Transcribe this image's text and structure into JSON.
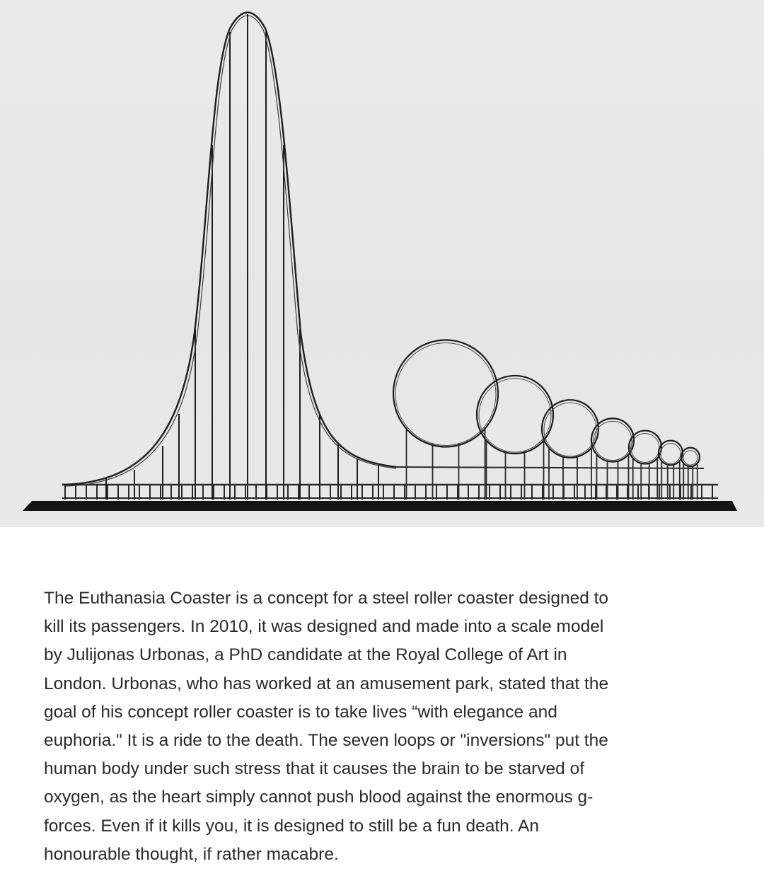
{
  "image": {
    "subject": "euthanasia-coaster-scale-model",
    "loop_count": 7
  },
  "caption": {
    "lines": [
      "The Euthanasia Coaster is a concept for a steel roller coaster designed to",
      "kill its passengers. In 2010, it was designed and made into a scale model",
      "by Julijonas Urbonas, a PhD candidate at the Royal College of Art in",
      "London. Urbonas, who has worked at an amusement park, stated that the",
      "goal of his concept roller coaster is to take lives “with elegance and",
      "euphoria.\" It is a ride to the death. The seven loops or \"inversions\" put the",
      "human body under such stress that it causes the brain to be starved of",
      "oxygen, as the heart simply cannot push blood against the enormous g-",
      "forces. Even if it kills you, it is designed to still be a fun death. An",
      "honourable thought, if rather macabre."
    ]
  }
}
